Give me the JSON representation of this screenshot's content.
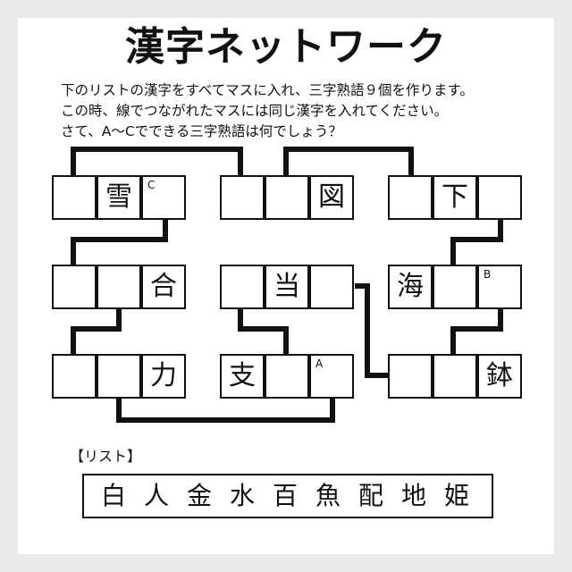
{
  "title": "漢字ネットワーク",
  "instructions": [
    "下のリストの漢字をすべてマスに入れ、三字熟語９個を作ります。",
    "この時、線でつながれたマスには同じ漢字を入れてください。",
    "さて、A〜Cでできる三字熟語は何でしょう？"
  ],
  "words": [
    {
      "id": "w1",
      "cells": [
        "",
        "雪",
        ""
      ],
      "label": "C",
      "label_cell": 2
    },
    {
      "id": "w2",
      "cells": [
        "",
        "",
        "図"
      ]
    },
    {
      "id": "w3",
      "cells": [
        "",
        "下",
        ""
      ]
    },
    {
      "id": "w4",
      "cells": [
        "",
        "",
        "合"
      ]
    },
    {
      "id": "w5",
      "cells": [
        "",
        "当",
        ""
      ]
    },
    {
      "id": "w6",
      "cells": [
        "海",
        "",
        ""
      ],
      "label": "B",
      "label_cell": 2
    },
    {
      "id": "w7",
      "cells": [
        "",
        "",
        "力"
      ]
    },
    {
      "id": "w8",
      "cells": [
        "支",
        "",
        ""
      ],
      "label": "A",
      "label_cell": 2
    },
    {
      "id": "w9",
      "cells": [
        "",
        "",
        "鉢"
      ]
    }
  ],
  "list_heading": "【リスト】",
  "list_kanji": [
    "白",
    "人",
    "金",
    "水",
    "百",
    "魚",
    "配",
    "地",
    "姫"
  ]
}
